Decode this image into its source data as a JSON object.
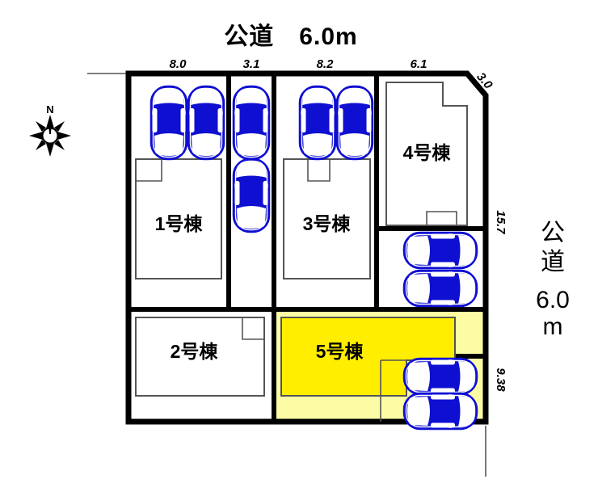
{
  "title": "区画図",
  "roads": {
    "top": {
      "name": "公道 6.0m",
      "text": "公道　6.0m"
    },
    "right_line1": "公",
    "right_line2": "道",
    "right_line3": "6.0",
    "right_line4": "m"
  },
  "dimensions": {
    "top": [
      {
        "id": "dim-top-1",
        "value": "8.0"
      },
      {
        "id": "dim-top-2",
        "value": "3.1"
      },
      {
        "id": "dim-top-3",
        "value": "8.2"
      },
      {
        "id": "dim-top-4",
        "value": "6.1"
      }
    ],
    "corner_chamfer": "3.0",
    "right_upper": "15.7",
    "right_lower": "9.38"
  },
  "compass": {
    "label": "N",
    "icon": "compass-rose-icon"
  },
  "lots": [
    {
      "id": 1,
      "label": "1号棟",
      "highlighted": false,
      "cars": 2
    },
    {
      "id": 2,
      "label": "2号棟",
      "highlighted": false,
      "cars": 0
    },
    {
      "id": 3,
      "label": "3号棟",
      "highlighted": false,
      "cars": 2
    },
    {
      "id": 4,
      "label": "4号棟",
      "highlighted": false,
      "cars": 2
    },
    {
      "id": 5,
      "label": "5号棟",
      "highlighted": true,
      "cars": 2
    }
  ],
  "shared_parking": {
    "label": "",
    "cars": 2
  },
  "colors": {
    "highlight_lot": "#fcfca4",
    "highlight_building": "#ffee00",
    "car": "#0f0fd2",
    "line": "#000000",
    "building_outline": "#555555"
  }
}
